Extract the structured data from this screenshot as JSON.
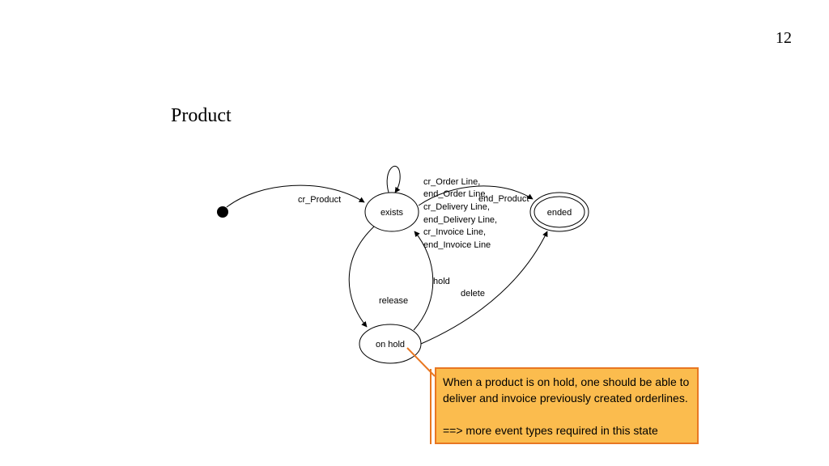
{
  "page_number": "12",
  "title": "Product",
  "diagram": {
    "states": {
      "exists": "exists",
      "ended": "ended",
      "on_hold": "on hold"
    },
    "transitions": {
      "cr_product": "cr_Product",
      "self_loop_lines": [
        "cr_Order Line,",
        "end_Order Line,",
        "cr_Delivery Line,",
        "end_Delivery Line,",
        "cr_Invoice Line,",
        "end_Invoice Line"
      ],
      "end_product": "end_Product",
      "hold": "hold",
      "release": "release",
      "delete": "delete"
    }
  },
  "callout": {
    "line1": "When a product is on hold, one should be able to",
    "line2": "deliver and invoice previously created orderlines.",
    "line3": "==> more event types required in this state"
  },
  "colors": {
    "callout_fill": "#FBBC4E",
    "callout_border": "#E87722",
    "connector": "#E87722"
  }
}
